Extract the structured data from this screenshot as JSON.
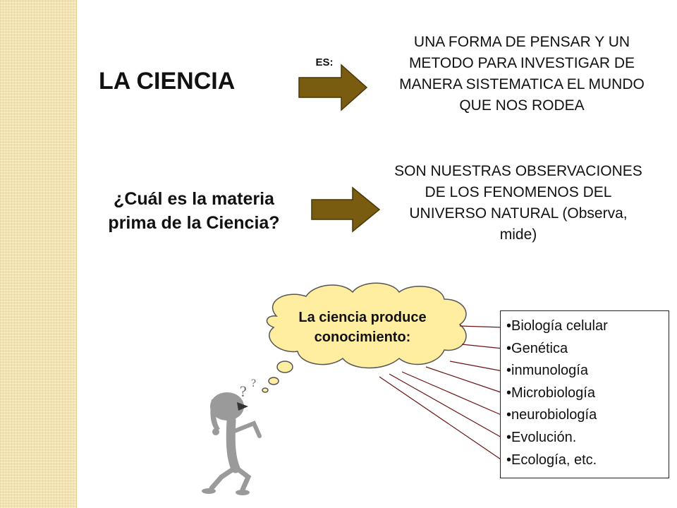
{
  "main_concept": {
    "title": "LA CIENCIA",
    "connector": "ES:",
    "definition": "UNA FORMA DE PENSAR Y UN METODO PARA INVESTIGAR DE MANERA SISTEMATICA EL MUNDO QUE NOS RODEA"
  },
  "raw_material": {
    "question": "¿Cuál es la materia prima de la Ciencia?",
    "answer": "SON NUESTRAS OBSERVACIONES DE LOS FENOMENOS DEL UNIVERSO NATURAL (Observa, mide)"
  },
  "thought_cloud": {
    "text": "La ciencia produce conocimiento:"
  },
  "knowledge_list": {
    "items": [
      "Biología celular",
      "Genética",
      "inmunología",
      "Microbiología",
      "neurobiología",
      "Evolución.",
      "Ecología, etc."
    ]
  },
  "colors": {
    "arrow_fill": "#7a5c10",
    "arrow_stroke": "#4a3706",
    "cloud_fill": "#ffeda0",
    "connector_line": "#6b1414",
    "side_strip": "#f1e3b8",
    "figure": "#999999"
  },
  "icons": {
    "arrows": "block-arrow-right",
    "thinker": "thinking-person-figure"
  }
}
